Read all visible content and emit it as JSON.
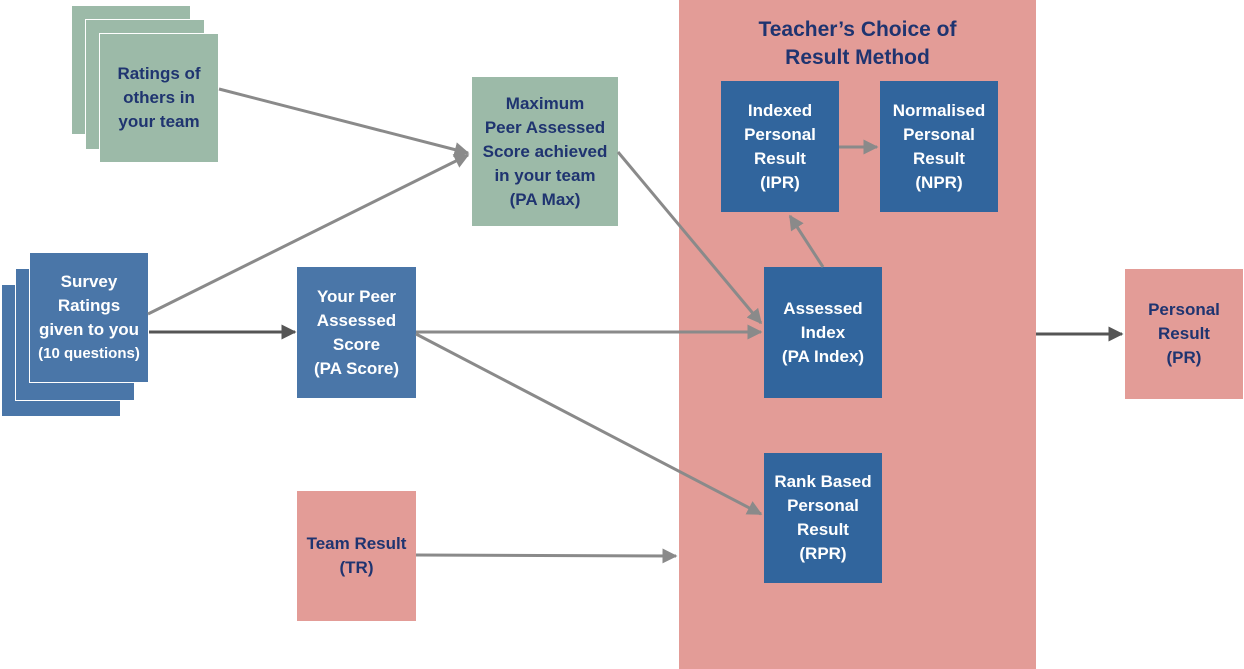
{
  "panel": {
    "title_line1": "Teacher’s Choice of",
    "title_line2": "Result Method"
  },
  "nodes": {
    "ratings_others": [
      "Ratings of",
      "others in",
      "your team"
    ],
    "survey": [
      "Survey",
      "Ratings",
      "given to you",
      "(10 questions)"
    ],
    "pa_max": [
      "Maximum",
      "Peer Assessed",
      "Score achieved",
      "in your team",
      "(PA Max)"
    ],
    "pa_score": [
      "Your Peer",
      "Assessed",
      "Score",
      "(PA Score)"
    ],
    "team_result": [
      "Team Result",
      "(TR)"
    ],
    "ipr": [
      "Indexed",
      "Personal",
      "Result",
      "(IPR)"
    ],
    "npr": [
      "Normalised",
      "Personal",
      "Result",
      "(NPR)"
    ],
    "pa_index": [
      "Assessed",
      "Index",
      "(PA Index)"
    ],
    "rpr": [
      "Rank Based",
      "Personal",
      "Result",
      "(RPR)"
    ],
    "pr": [
      "Personal",
      "Result",
      "(PR)"
    ]
  },
  "colors": {
    "green": "#9cbaa8",
    "blue": "#31659d",
    "pink": "#e39c97",
    "arrow": "#8a8a8a",
    "arrow_dark": "#555555",
    "text_navy": "#1f3470"
  }
}
